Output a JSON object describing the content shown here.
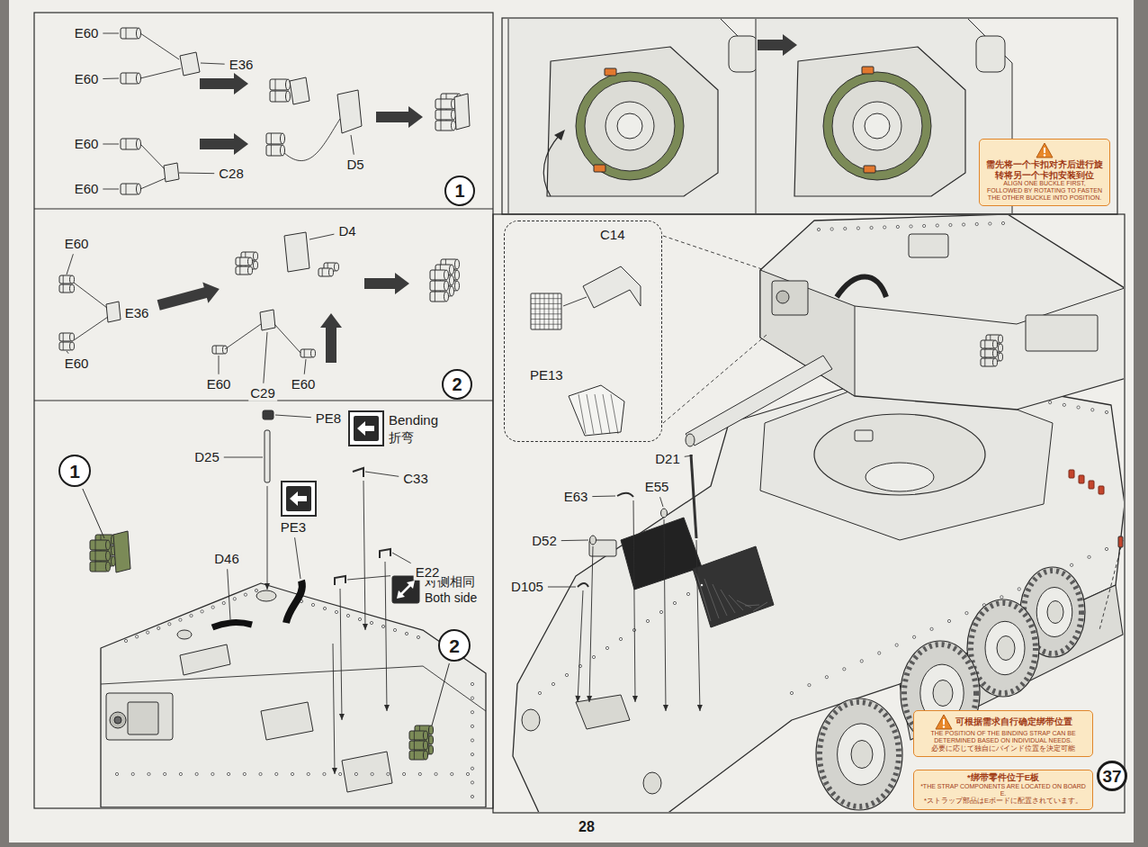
{
  "diagram": {
    "nodes": [
      {
        "text": [
          "1"
        ]
      },
      {
        "text": [
          "2"
        ]
      },
      {
        "text": [
          "1"
        ]
      },
      {
        "text": [
          "Bending",
          "折弯"
        ]
      },
      {
        "text": [
          "对侧相同",
          "Both side"
        ]
      },
      {
        "text": [
          "2"
        ]
      },
      {
        "text": [
          "需先将一个卡扣对齐后进行旋转将另一个卡扣安装到位",
          "ALIGN ONE BUCKLE FIRST, FOLLOWED BY ROTATING TO FASTEN THE OTHER BUCKLE INTO POSITION."
        ]
      },
      {
        "text": [
          "C14",
          "PE13"
        ]
      },
      {
        "text": [
          "可根据需求自行确定绑带位置",
          "THE POSITION OF THE BINDING STRAP CAN BE DETERMINED BASED ON INDIVIDUAL NEEDS.",
          "必要に応じて独自にバインド位置を決定可能"
        ]
      },
      {
        "text": [
          "*绑带零件位于E板",
          "*THE STRAP COMPONENTS ARE LOCATED ON BOARD E.",
          "*ストラップ部品はEボードに配置されています。"
        ]
      },
      {
        "text": [
          "37"
        ]
      }
    ],
    "labels": [
      "E60",
      "E60",
      "E36",
      "E60",
      "E60",
      "C28",
      "D5",
      "E60",
      "E60",
      "E36",
      "D4",
      "C29",
      "E60",
      "E60",
      "PE8",
      "D25",
      "PE3",
      "D46",
      "C33",
      "E22",
      "D21",
      "E63",
      "E55",
      "D52",
      "D105",
      "28"
    ]
  }
}
